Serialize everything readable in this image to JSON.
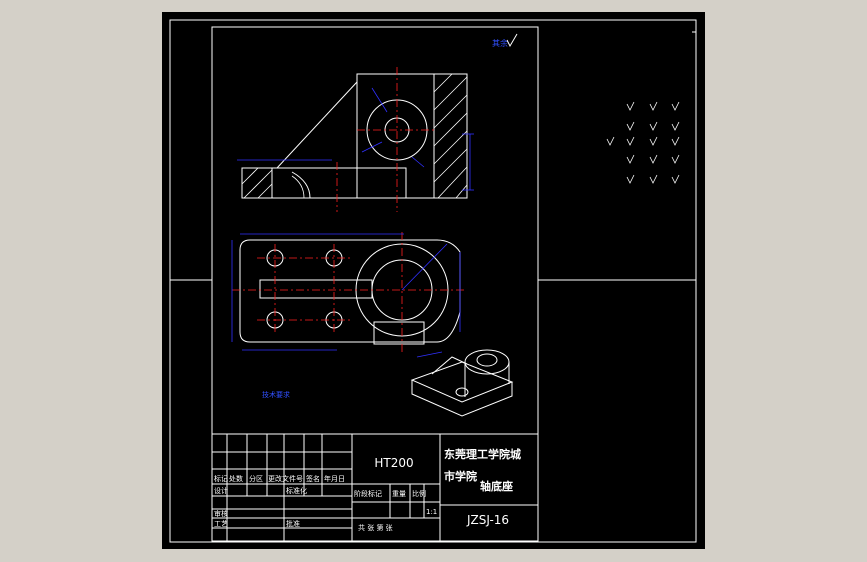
{
  "drawing": {
    "material": "HT200",
    "school_line1": "东莞理工学院城",
    "school_line2": "市学院",
    "part_name": "轴底座",
    "drawing_number": "JZSJ-16",
    "scale": "1:1",
    "roughness_note": "其余",
    "tech_note": "技术要求"
  },
  "title_block": {
    "rev_headers": [
      "标记",
      "处数",
      "分区",
      "更改文件号",
      "签名",
      "年月日"
    ],
    "row_design": "设计",
    "row_standard": "标准化",
    "row_review": "审核",
    "row_process": "工艺",
    "row_approve": "批准",
    "stage_headers": [
      "阶段标记",
      "重量",
      "比例"
    ],
    "sheets_label": "共  张  第  张"
  },
  "colors": {
    "background": "#000000",
    "outline": "#ffffff",
    "dimension": "#3030ff",
    "centerline": "#ff2020"
  }
}
